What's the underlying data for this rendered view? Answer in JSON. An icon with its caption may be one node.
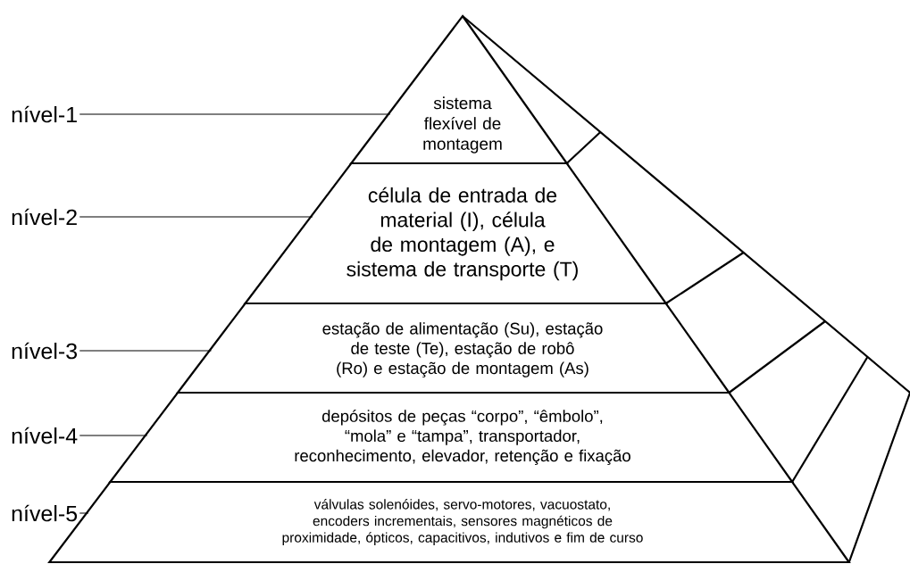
{
  "diagram": {
    "nodes": [
      {
        "text": [
          "sistema flexível de montagem"
        ]
      },
      {
        "text": [
          "célula de entrada de material (I), célula de montagem (A), e sistema de transporte (T)"
        ]
      },
      {
        "text": [
          "estação de alimentação (Su), estação de teste (Te), estação de robô (Ro) e estação de montagem (As)"
        ]
      },
      {
        "text": [
          "depósitos de peças “corpo”, “êmbolo”, “mola” e “tampa”, transportador, reconhecimento, elevador, retenção e fixação"
        ]
      },
      {
        "text": [
          "válvulas solenóides, servo-motores, vacuostato, encoders incrementais, sensores magnéticos de proximidade, ópticos, capacitivos, indutivos e fim de curso"
        ]
      },
      {
        "text": [
          "nível-1"
        ]
      },
      {
        "text": [
          "nível-2"
        ]
      },
      {
        "text": [
          "nível-3"
        ]
      },
      {
        "text": [
          "nível-4"
        ]
      },
      {
        "text": [
          "nível-5"
        ]
      }
    ],
    "edges": [
      {
        "from": 5,
        "to": 0,
        "arrow": "none"
      },
      {
        "from": 6,
        "to": 1,
        "arrow": "none"
      },
      {
        "from": 7,
        "to": 2,
        "arrow": "none"
      },
      {
        "from": 8,
        "to": 3,
        "arrow": "none"
      },
      {
        "from": 9,
        "to": 4,
        "arrow": "none"
      }
    ]
  }
}
